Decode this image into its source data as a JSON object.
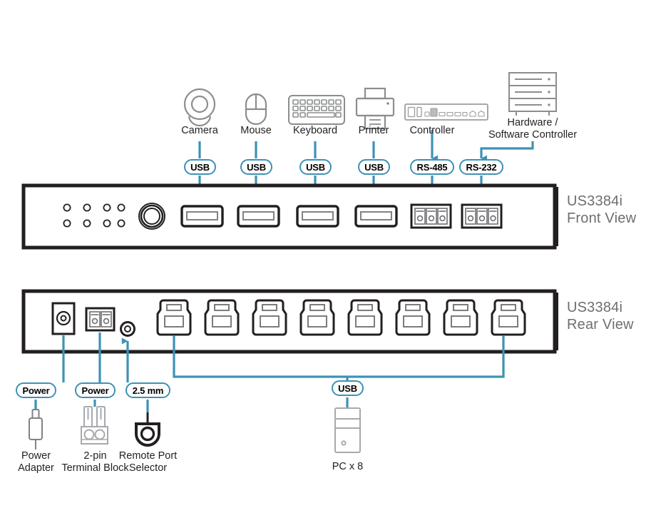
{
  "diagram": {
    "title": "US3384i Connection Diagram",
    "accent_color": "#3d92b5",
    "outline_color": "#231f20",
    "device_icon_color": "#808285",
    "view_label_color": "#6d6e71"
  },
  "front": {
    "view_label_line1": "US3384i",
    "view_label_line2": "Front View",
    "sources": [
      {
        "name": "camera",
        "label": "Camera",
        "icon": "camera-icon"
      },
      {
        "name": "mouse",
        "label": "Mouse",
        "icon": "mouse-icon"
      },
      {
        "name": "keyboard",
        "label": "Keyboard",
        "icon": "keyboard-icon"
      },
      {
        "name": "printer",
        "label": "Printer",
        "icon": "printer-icon"
      },
      {
        "name": "controller",
        "label": "Controller",
        "icon": "controller-icon"
      },
      {
        "name": "hw-sw-controller",
        "label_line1": "Hardware /",
        "label_line2": "Software Controller",
        "icon": "server-rack-icon"
      }
    ],
    "port_tags": [
      {
        "name": "usb-1",
        "label": "USB"
      },
      {
        "name": "usb-2",
        "label": "USB"
      },
      {
        "name": "usb-3",
        "label": "USB"
      },
      {
        "name": "usb-4",
        "label": "USB"
      },
      {
        "name": "rs485",
        "label": "RS-485"
      },
      {
        "name": "rs232",
        "label": "RS-232"
      }
    ],
    "panel": {
      "led_rows": 2,
      "led_columns": 4,
      "led_count": 8,
      "push_button": "port-selection-button",
      "usb_a_port_count": 4,
      "terminal_port_count": 2
    }
  },
  "rear": {
    "view_label_line1": "US3384i",
    "view_label_line2": "Rear View",
    "panel": {
      "dc_jack": "dc-power-jack",
      "terminal_block": "2-pin-terminal-block-port",
      "mini_jack": "2.5mm-jack",
      "usb_b_port_count": 8
    },
    "port_tags": [
      {
        "name": "power-adapter-tag",
        "label": "Power"
      },
      {
        "name": "power-terminal-tag",
        "label": "Power"
      },
      {
        "name": "remote-selector-tag",
        "label": "2.5 mm"
      },
      {
        "name": "usb-pc-tag",
        "label": "USB"
      }
    ],
    "peripherals": [
      {
        "name": "power-adapter",
        "label_line1": "Power",
        "label_line2": "Adapter",
        "icon": "power-adapter-icon"
      },
      {
        "name": "terminal-block",
        "label_line1": "2-pin",
        "label_line2": "Terminal Block",
        "icon": "terminal-block-icon"
      },
      {
        "name": "remote-port-selector",
        "label_line1": "Remote Port",
        "label_line2": "Selector",
        "icon": "remote-port-selector-icon"
      },
      {
        "name": "pc",
        "label_line1": "PC x 8",
        "label_line2": "",
        "icon": "pc-tower-icon"
      }
    ]
  }
}
